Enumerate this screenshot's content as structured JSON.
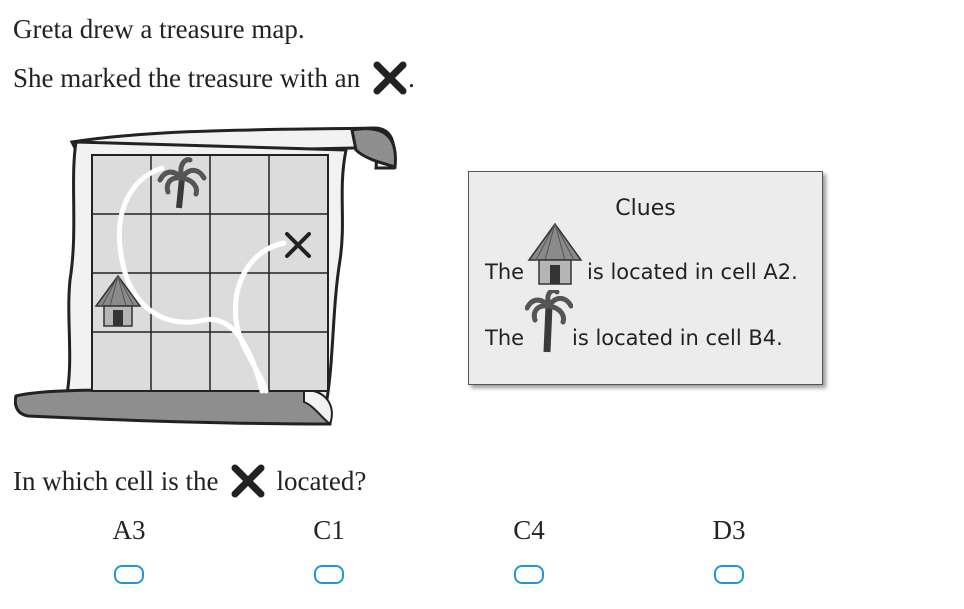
{
  "intro": {
    "line1": "Greta drew a treasure map.",
    "line2_prefix": "She marked the treasure with an",
    "line2_suffix": "."
  },
  "map": {
    "icons": {
      "tree": "palm-tree-icon",
      "hut": "hut-icon",
      "treasure": "x-mark-icon"
    }
  },
  "clues": {
    "title": "Clues",
    "items": [
      {
        "prefix": "The",
        "icon": "hut-icon",
        "text": "is located in cell A2."
      },
      {
        "prefix": "The",
        "icon": "palm-tree-icon",
        "text": "is located in cell B4."
      }
    ]
  },
  "question": {
    "prefix": "In which cell is the",
    "suffix": "located?"
  },
  "choices": [
    {
      "label": "A3",
      "selected": false
    },
    {
      "label": "C1",
      "selected": false
    },
    {
      "label": "C4",
      "selected": false
    },
    {
      "label": "D3",
      "selected": false
    }
  ],
  "colors": {
    "radio_border": "#2196d9",
    "grid_fill": "#dcdcdc",
    "scroll_fill": "#f2f2f2",
    "scroll_roll": "#8e8e8e"
  }
}
